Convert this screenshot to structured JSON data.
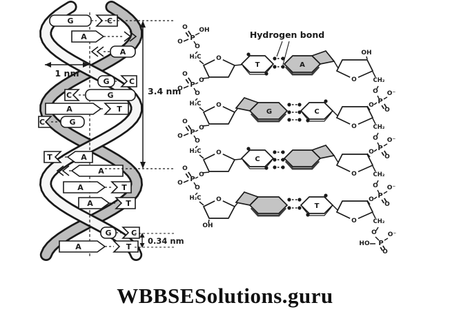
{
  "watermark": "WBBSESolutions.guru",
  "left_diagram": {
    "measurements": {
      "diameter": "1 nm",
      "turn_length": "3.4 nm",
      "base_spacing": "0.34 nm"
    },
    "base_pairs": [
      {
        "left": "G",
        "right": "C"
      },
      {
        "left": "A",
        "right": ""
      },
      {
        "left": "",
        "right": "A"
      },
      {
        "left": "G",
        "right": "C"
      },
      {
        "left": "C",
        "right": "G"
      },
      {
        "left": "A",
        "right": "T"
      },
      {
        "left": "C",
        "right": "G"
      },
      {
        "left": "T",
        "right": "A"
      },
      {
        "left": "",
        "right": "A"
      },
      {
        "left": "A",
        "right": "T"
      },
      {
        "left": "A",
        "right": "T"
      },
      {
        "left": "G",
        "right": "C"
      },
      {
        "left": "A",
        "right": "T"
      }
    ]
  },
  "right_diagram": {
    "hydrogen_bond_label": "Hydrogen bond",
    "base_pairs": [
      {
        "left": "T",
        "right": "A",
        "bonds": 2
      },
      {
        "left": "G",
        "right": "C",
        "bonds": 3
      },
      {
        "left": "C",
        "right": "",
        "bonds": 3
      },
      {
        "left": "",
        "right": "T",
        "bonds": 2
      }
    ],
    "chem_labels": {
      "phosphorus": "P",
      "oxygen": "O",
      "hydroxyl": "OH",
      "oxygen_negative": "O⁻",
      "ho": "HO",
      "h2c": "H₂C",
      "ch2": "CH₂"
    }
  },
  "colors": {
    "ink": "#1a1a1a",
    "paper": "#ffffff",
    "front_ribbon": "#f6f6f6",
    "back_ribbon": "#bdbdbd",
    "base_shade": "#c4c4c4"
  }
}
